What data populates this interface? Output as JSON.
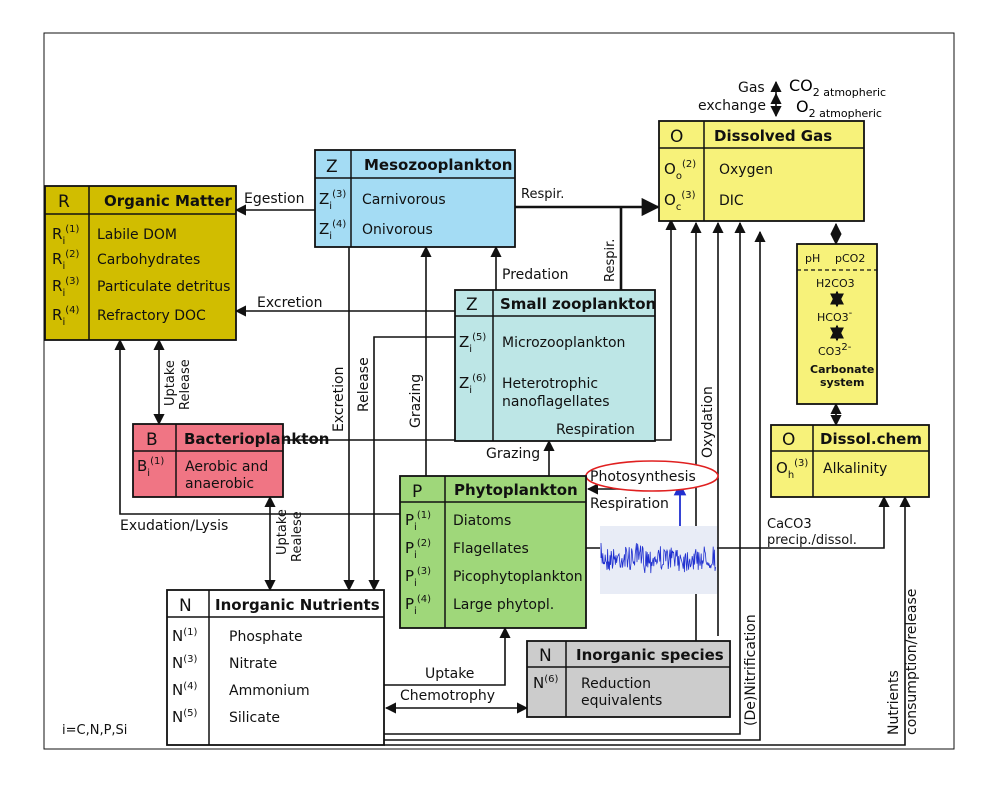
{
  "boxes": {
    "organic": {
      "letter": "R",
      "title": "Organic Matter",
      "color": "#d1bd00",
      "rows": [
        {
          "sym": "R",
          "sub": "i",
          "sup": "(1)",
          "label": "Labile DOM"
        },
        {
          "sym": "R",
          "sub": "i",
          "sup": "(2)",
          "label": "Carbohydrates"
        },
        {
          "sym": "R",
          "sub": "i",
          "sup": "(3)",
          "label": "Particulate detritus"
        },
        {
          "sym": "R",
          "sub": "i",
          "sup": "(4)",
          "label": "Refractory DOC"
        }
      ]
    },
    "meso": {
      "letter": "Z",
      "title": "Mesozooplankton",
      "color": "#a4dcf4",
      "rows": [
        {
          "sym": "Z",
          "sub": "i",
          "sup": "(3)",
          "label": "Carnivorous"
        },
        {
          "sym": "Z",
          "sub": "i",
          "sup": "(4)",
          "label": "Onivorous"
        }
      ]
    },
    "small_zoo": {
      "letter": "Z",
      "title": "Small zooplankton",
      "color": "#bde6e6",
      "rows": [
        {
          "sym": "Z",
          "sub": "i",
          "sup": "(5)",
          "label": "Microzooplankton"
        },
        {
          "sym": "Z",
          "sub": "i",
          "sup": "(6)",
          "label": "Heterotrophic",
          "label2": "nanoflagellates"
        }
      ]
    },
    "bacterio": {
      "letter": "B",
      "title": "Bacterioplankton",
      "color": "#f07584",
      "rows": [
        {
          "sym": "B",
          "sub": "i",
          "sup": "(1)",
          "label": "Aerobic and",
          "label2": "anaerobic"
        }
      ]
    },
    "phyto": {
      "letter": "P",
      "title": "Phytoplankton",
      "color": "#9fd77a",
      "rows": [
        {
          "sym": "P",
          "sub": "i",
          "sup": "(1)",
          "label": "Diatoms"
        },
        {
          "sym": "P",
          "sub": "i",
          "sup": "(2)",
          "label": "Flagellates"
        },
        {
          "sym": "P",
          "sub": "i",
          "sup": "(3)",
          "label": "Picophytoplankton"
        },
        {
          "sym": "P",
          "sub": "i",
          "sup": "(4)",
          "label": "Large phytopl."
        }
      ]
    },
    "nutrients": {
      "letter": "N",
      "title": "Inorganic Nutrients",
      "color": "#ffffff",
      "rows": [
        {
          "sym": "N",
          "sub": "",
          "sup": "(1)",
          "label": "Phosphate"
        },
        {
          "sym": "N",
          "sub": "",
          "sup": "(3)",
          "label": "Nitrate"
        },
        {
          "sym": "N",
          "sub": "",
          "sup": "(4)",
          "label": "Ammonium"
        },
        {
          "sym": "N",
          "sub": "",
          "sup": "(5)",
          "label": "Silicate"
        }
      ]
    },
    "species": {
      "letter": "N",
      "title": "Inorganic species",
      "color": "#cccccc",
      "rows": [
        {
          "sym": "N",
          "sub": "",
          "sup": "(6)",
          "label": "Reduction",
          "label2": "equivalents"
        }
      ]
    },
    "gas": {
      "letter": "O",
      "title": "Dissolved Gas",
      "color": "#f7f27a",
      "rows": [
        {
          "sym": "O",
          "sub": "o",
          "sup": "(2)",
          "label": "Oxygen"
        },
        {
          "sym": "O",
          "sub": "c",
          "sup": "(3)",
          "label": "DIC"
        }
      ]
    },
    "dissol": {
      "letter": "O",
      "title": "Dissol.chem",
      "color": "#f7f27a",
      "rows": [
        {
          "sym": "O",
          "sub": "h",
          "sup": "(3)",
          "label": "Alkalinity"
        }
      ]
    }
  },
  "carbonate": {
    "color": "#f7f27a",
    "ph": "pH",
    "pco2": "pCO2",
    "h2co3": "H2CO3",
    "hco3": "HCO3",
    "hco3_sup": "-",
    "co3": "CO3",
    "co3_sup": "2-",
    "title1": "Carbonate",
    "title2": "system"
  },
  "gas_exchange": {
    "label1": "Gas",
    "label2": "exchange",
    "co2": "CO",
    "co2_sub": "2 atmopheric",
    "o2": "O",
    "o2_sub": "2 atmopheric"
  },
  "flows": {
    "egestion": "Egestion",
    "respir_meso": "Respir.",
    "respir_small": "Respir.",
    "predation": "Predation",
    "excretion_small": "Excretion",
    "excretion_meso": "Excretion",
    "release_small": "Release",
    "grazing_meso": "Grazing",
    "grazing_small": "Grazing",
    "uptake_bact": "Uptake",
    "release_bact": "Release",
    "respiration_bact": "Respiration",
    "photosynthesis": "Photosynthesis",
    "respiration_phyto": "Respiration",
    "exudation": "Exudation/Lysis",
    "uptake_nut": "Uptake",
    "realese_nut": "Realese",
    "oxydation": "Oxydation",
    "denitrification": "(De)Nitrification",
    "caco3_1": "CaCO3",
    "caco3_2": "precip./dissol.",
    "uptake_phyto": "Uptake",
    "chemotrophy": "Chemotrophy",
    "nut_cons_1": "Nutrients",
    "nut_cons_2": "consumption/release"
  },
  "footnote": "i=C,N,P,Si",
  "photo_highlight_color": "#e02020",
  "light_signal_color": "#2030d0"
}
